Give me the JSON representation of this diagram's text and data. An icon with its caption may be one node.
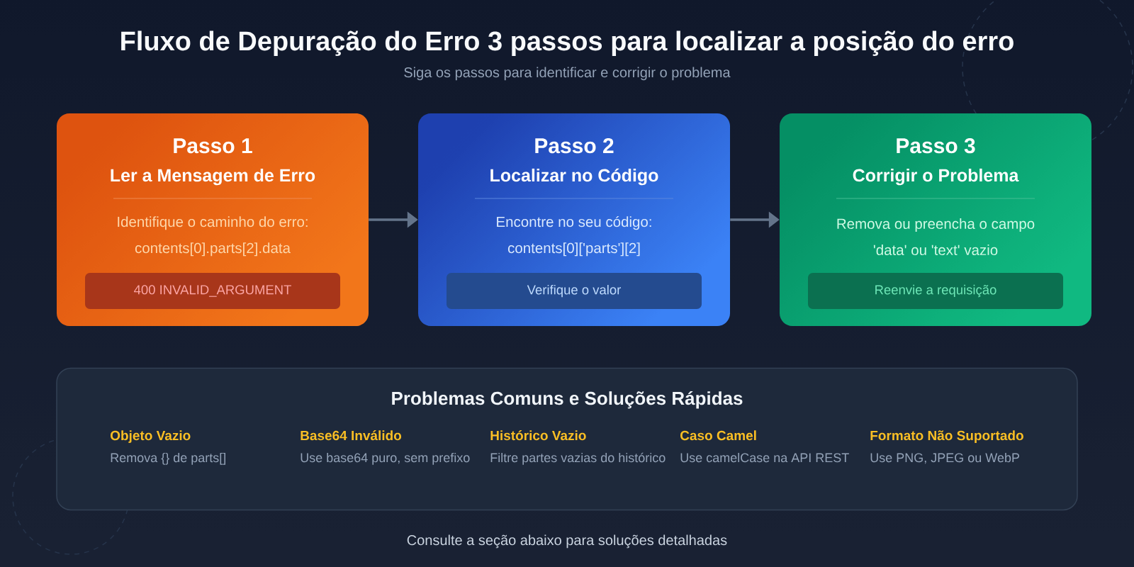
{
  "diagram": {
    "title": "Fluxo de Depuração do Erro 3 passos para localizar a posição do erro",
    "nodes": [
      {
        "text": [
          "Passo 1",
          "Ler a Mensagem de Erro",
          "Identifique o caminho do erro:",
          "contents[0].parts[2].data"
        ]
      },
      {
        "text": [
          "400 INVALID_ARGUMENT"
        ],
        "in": 0
      },
      {
        "text": [
          "Passo 2",
          "Localizar no Código",
          "Encontre no seu código:",
          "contents[0]['parts'][2]"
        ]
      },
      {
        "text": [
          "Verifique o valor"
        ],
        "in": 2
      },
      {
        "text": [
          "Passo 3",
          "Corrigir o Problema",
          "Remova ou preencha o campo 'data' ou 'text' vazio"
        ]
      },
      {
        "text": [
          "Reenvie a requisição"
        ],
        "in": 4
      },
      {
        "text": [
          "Problemas Comuns e Soluções Rápidas",
          "Objeto Vazio",
          "Remova {} de parts[]",
          "Base64 Inválido",
          "Use base64 puro, sem prefixo",
          "Histórico Vazio",
          "Filtre partes vazias do histórico",
          "Caso Camel",
          "Use camelCase na API REST",
          "Formato Não Suportado",
          "Use PNG, JPEG ou WebP"
        ]
      }
    ],
    "edges": [
      {
        "from": 0,
        "to": 2,
        "arrow": "to"
      },
      {
        "from": 2,
        "to": 4,
        "arrow": "to"
      }
    ],
    "labels": [
      "Siga os passos para identificar e corrigir o problema",
      "Consulte a seção abaixo para soluções detalhadas"
    ]
  }
}
